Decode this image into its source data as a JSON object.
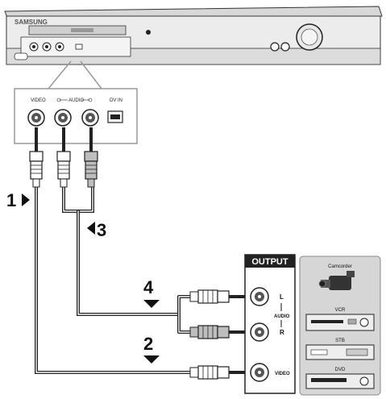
{
  "player": {
    "brand": "SAMSUNG"
  },
  "front_jacks": {
    "video_label": "VIDEO",
    "audio_label": "AUDIO",
    "dvin_label": "DV IN"
  },
  "steps": {
    "step1": "1",
    "step2": "2",
    "step3": "3",
    "step4": "4"
  },
  "output_panel": {
    "title": "OUTPUT",
    "left_label": "L",
    "right_label": "R",
    "audio_label": "AUDIO",
    "video_label": "VIDEO"
  },
  "devices": {
    "camcorder": "Camcorder",
    "vcr": "VCR",
    "stb": "STB",
    "dvd": "DVD"
  }
}
